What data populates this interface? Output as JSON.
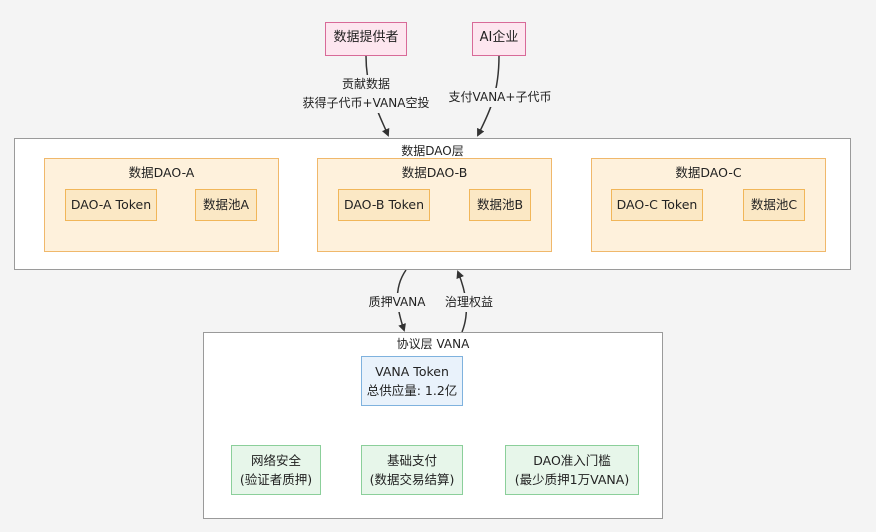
{
  "top": {
    "provider_label": "数据提供者",
    "ai_label": "AI企业"
  },
  "edges": {
    "provider_line1": "贡献数据",
    "provider_line2": "获得子代币+VANA空投",
    "ai_label": "支付VANA+子代币",
    "stake_label": "质押VANA",
    "gov_label": "治理权益"
  },
  "dao_layer": {
    "title": "数据DAO层",
    "daos": [
      {
        "title": "数据DAO-A",
        "token": "DAO-A Token",
        "pool": "数据池A"
      },
      {
        "title": "数据DAO-B",
        "token": "DAO-B Token",
        "pool": "数据池B"
      },
      {
        "title": "数据DAO-C",
        "token": "DAO-C Token",
        "pool": "数据池C"
      }
    ]
  },
  "protocol_layer": {
    "title": "协议层 VANA",
    "vana_line1": "VANA Token",
    "vana_line2": "总供应量: 1.2亿",
    "children": [
      {
        "line1": "网络安全",
        "line2": "(验证者质押)"
      },
      {
        "line1": "基础支付",
        "line2": "(数据交易结算)"
      },
      {
        "line1": "DAO准入门槛",
        "line2": "(最少质押1万VANA)"
      }
    ]
  }
}
